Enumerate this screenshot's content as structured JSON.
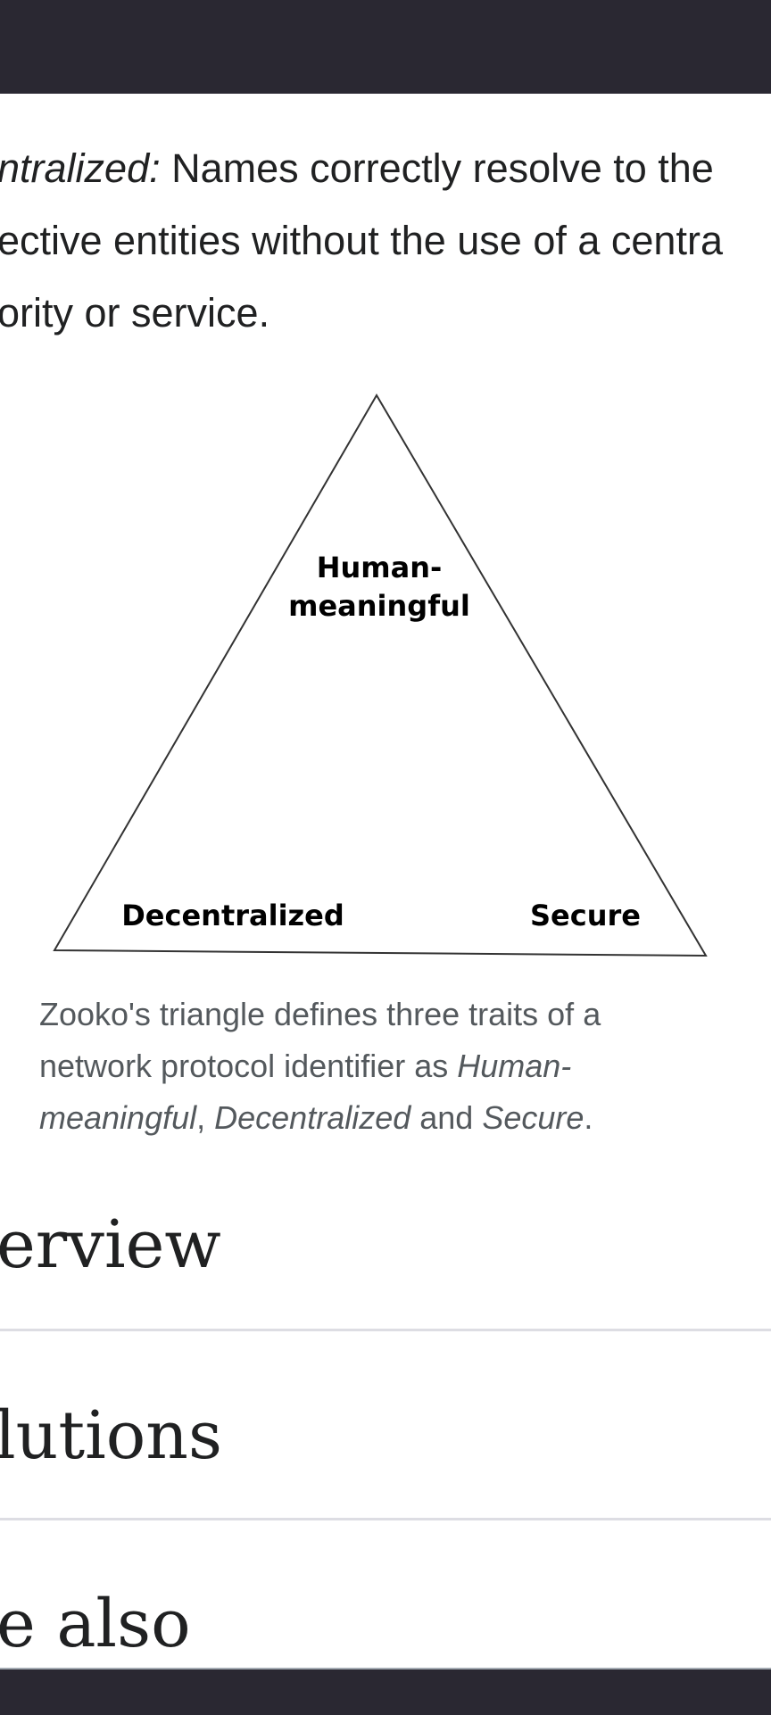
{
  "paragraph": {
    "term": "ntralized:",
    "line1_rest": " Names correctly resolve to the",
    "line2": "ective entities without the use of a centra",
    "line3": "ority or service."
  },
  "figure": {
    "labels": {
      "top_line1": "Human-",
      "top_line2": "meaningful",
      "left": "Decentralized",
      "right": "Secure"
    },
    "caption": {
      "text1": "Zooko's triangle defines three traits of a network protocol identifier as ",
      "em1": "Human-meaningful",
      "sep1": ", ",
      "em2": "Decentralized",
      "sep2": " and ",
      "em3": "Secure",
      "end": "."
    }
  },
  "sections": [
    {
      "heading": "erview"
    },
    {
      "heading": "lutions"
    },
    {
      "heading": "e also"
    }
  ]
}
